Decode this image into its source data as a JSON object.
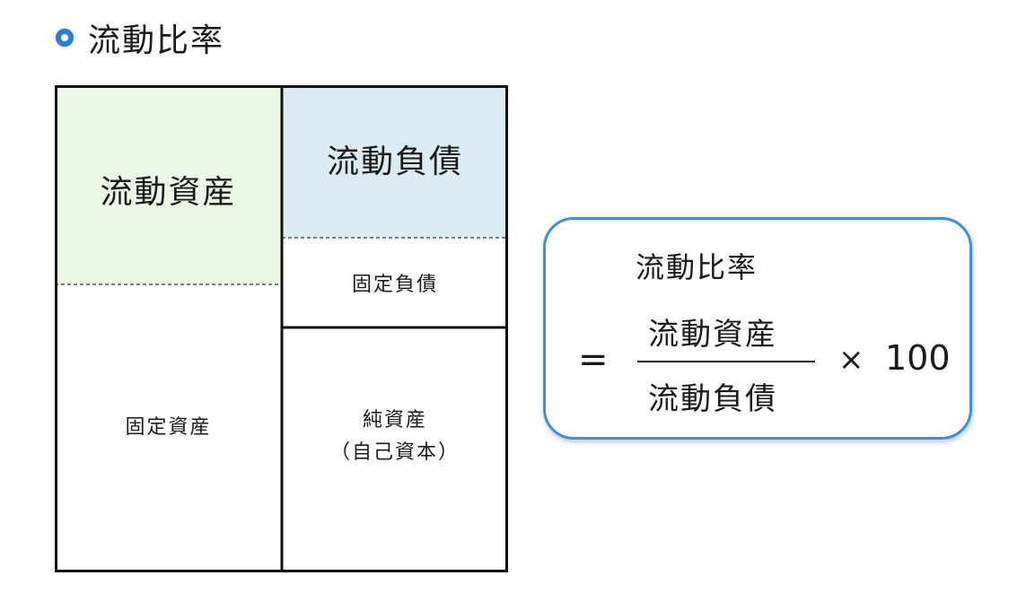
{
  "heading": {
    "title": "流動比率"
  },
  "balance_sheet": {
    "current_assets": "流動資産",
    "fixed_assets": "固定資産",
    "current_liabilities": "流動負債",
    "fixed_liabilities": "固定負債",
    "net_assets": "純資産",
    "net_assets_note": "（自己資本）"
  },
  "formula": {
    "title": "流動比率",
    "equals": "=",
    "numerator": "流動資産",
    "denominator": "流動負債",
    "times": "×",
    "multiplier": "100"
  },
  "colors": {
    "bullet": "#2b7fd0",
    "current_assets_fill": "#ecf8e6",
    "current_liabilities_fill": "#dbedf2",
    "formula_border": "#3d8ee0"
  }
}
